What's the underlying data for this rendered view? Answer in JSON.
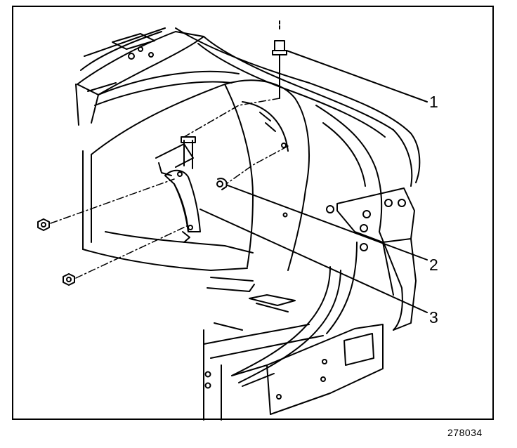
{
  "callouts": [
    {
      "number": "1",
      "part": "bolt"
    },
    {
      "number": "2",
      "part": "hinge-to-body-pin"
    },
    {
      "number": "3",
      "part": "trunk-lid-hinge"
    }
  ],
  "figure_number": "278034",
  "colors": {
    "line": "#000000",
    "background": "#ffffff"
  }
}
